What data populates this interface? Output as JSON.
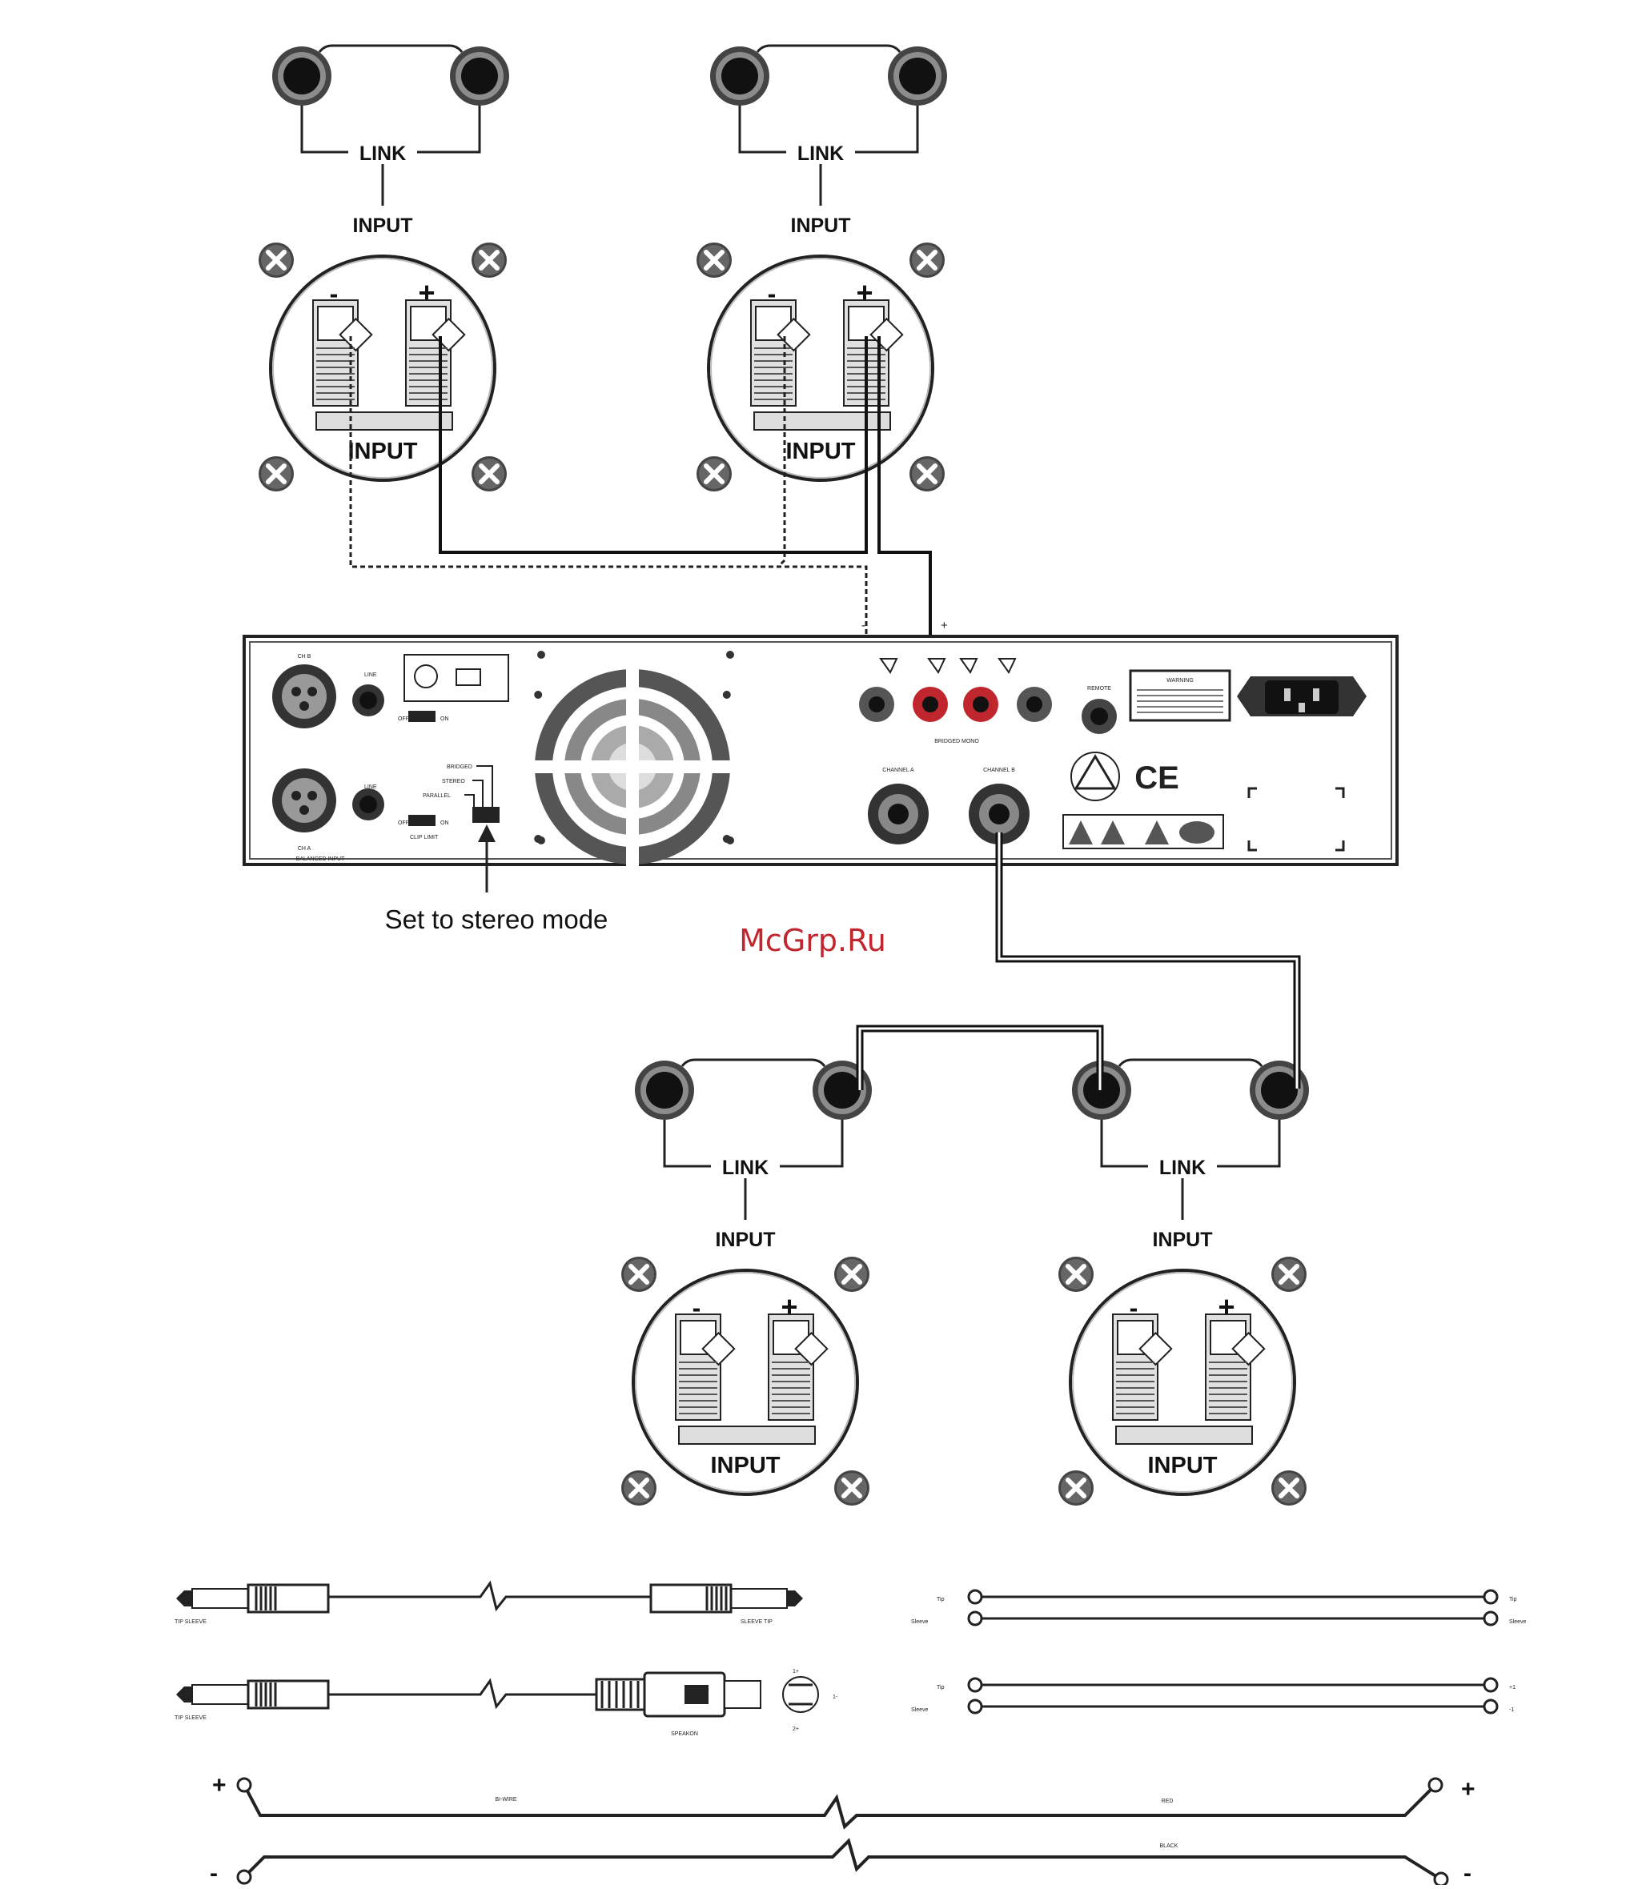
{
  "speakers": {
    "link_label": "LINK",
    "input_label": "INPUT",
    "panel_label": "INPUT",
    "minus": "-",
    "plus": "+"
  },
  "amplifier": {
    "caption": "Set to stereo mode",
    "out_minus": "-",
    "out_plus": "+",
    "ce_mark": "CE",
    "small_text": {
      "ch_b": "CH B",
      "ch_a": "CH A",
      "line": "LINE",
      "balanced_input": "BALANCED INPUT",
      "bridged": "BRIDGED",
      "stereo": "STEREO",
      "parallel": "PARALLEL",
      "off": "OFF",
      "on": "ON",
      "clip_limit": "CLIP LIMIT",
      "channel_a": "CHANNEL A",
      "channel_b": "CHANNEL B",
      "bridged_mono": "BRIDGED MONO",
      "remote": "REMOTE",
      "warning": "WARNING"
    }
  },
  "watermark": "McGrp.Ru",
  "cables": {
    "cable1": {
      "left": "TIP SLEEVE",
      "right": "SLEEVE TIP",
      "tip": "Tip",
      "sleeve": "Sleeve"
    },
    "cable2": {
      "left": "TIP SLEEVE",
      "speakon": "SPEAKON",
      "p1plus": "1+",
      "p1minus": "1-",
      "p2plus": "2+",
      "tip": "Tip",
      "sleeve": "Sleeve",
      "plus1": "+1",
      "minus1": "-1"
    },
    "biwire": {
      "label": "BI-WIRE",
      "red": "RED",
      "black": "BLACK",
      "plus": "+",
      "minus": "-"
    }
  }
}
